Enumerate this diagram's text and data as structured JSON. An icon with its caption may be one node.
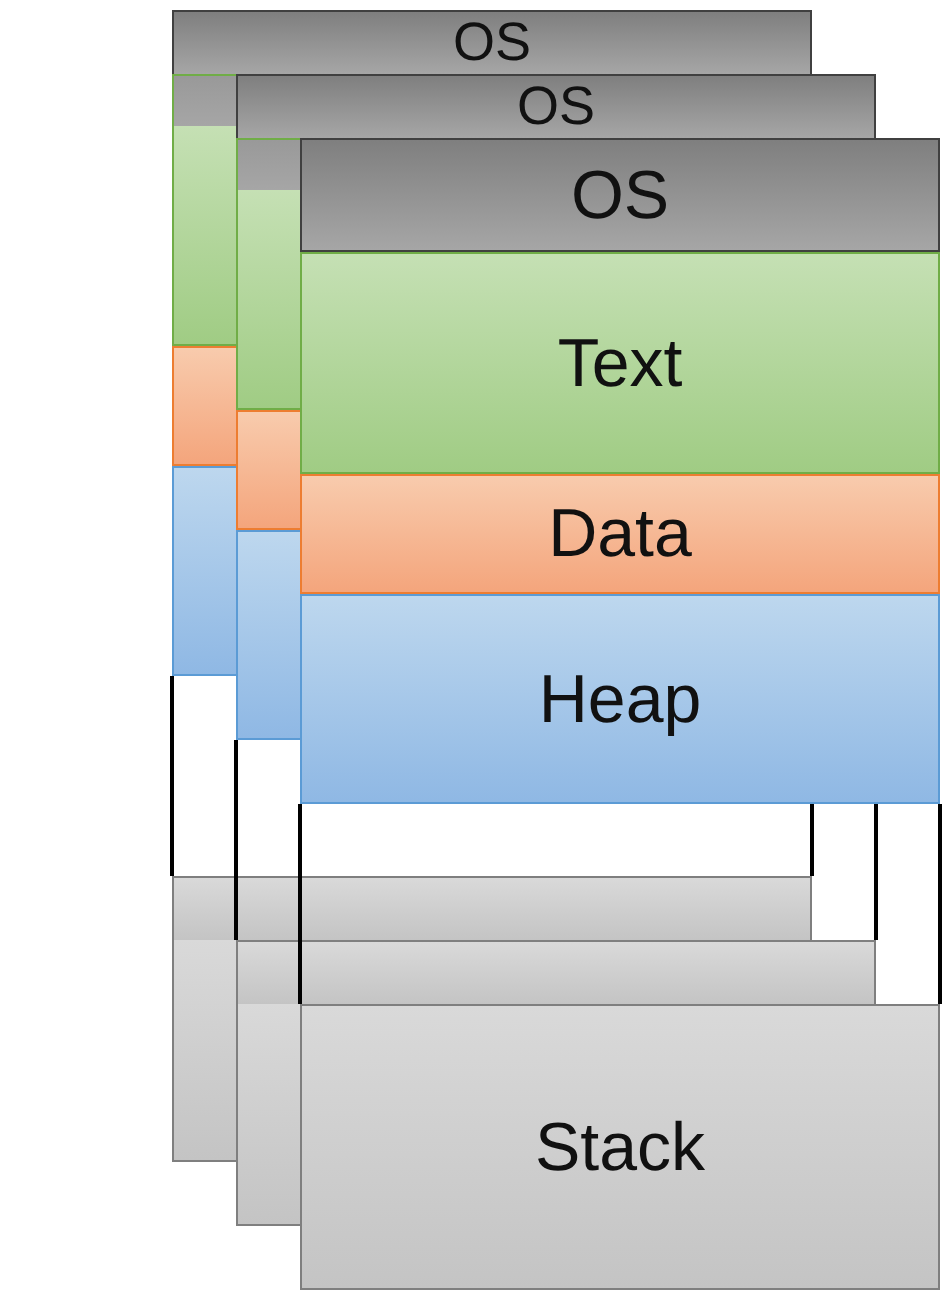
{
  "diagram": {
    "nodes": [
      {
        "text": [
          "OS"
        ]
      },
      {
        "text": [],
        "shape": "box"
      },
      {
        "text": [],
        "shape": "box"
      },
      {
        "text": [],
        "shape": "box"
      },
      {
        "text": [],
        "shape": "box"
      },
      {
        "text": [
          "OS"
        ]
      },
      {
        "text": [],
        "shape": "box"
      },
      {
        "text": [],
        "shape": "box"
      },
      {
        "text": [],
        "shape": "box"
      },
      {
        "text": [],
        "shape": "box"
      },
      {
        "text": [
          "OS"
        ]
      },
      {
        "text": [
          "Text"
        ]
      },
      {
        "text": [
          "Data"
        ]
      },
      {
        "text": [
          "Heap"
        ]
      },
      {
        "text": [
          "Stack"
        ]
      }
    ]
  }
}
